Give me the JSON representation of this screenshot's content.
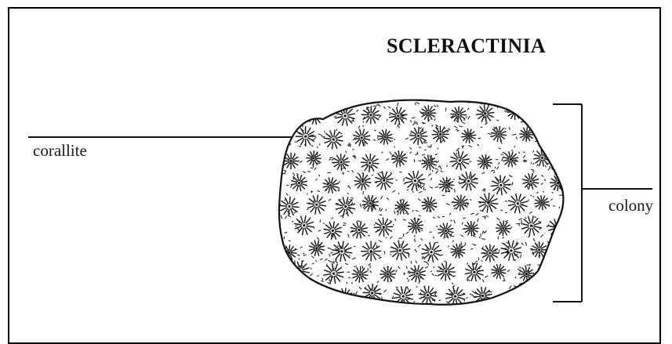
{
  "title": "SCLERACTINIA",
  "labels": {
    "corallite": "corallite",
    "colony": "colony"
  },
  "colors": {
    "ink": "#111111",
    "background": "#ffffff"
  }
}
